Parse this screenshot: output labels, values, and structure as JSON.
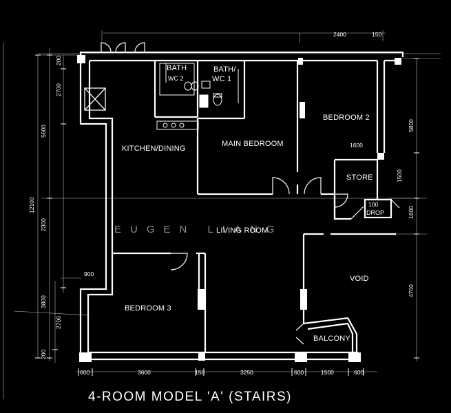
{
  "plan": {
    "title": "4-ROOM MODEL 'A' (STAIRS)",
    "watermark": "EUGEN LIANG",
    "rooms": {
      "bath2": "BATH",
      "bath2_sub": "WC 2",
      "bath1": "BATH/",
      "bath1_sub": "WC 1",
      "kitchen": "KITCHEN/DINING",
      "main_bedroom": "MAIN BEDROOM",
      "bedroom2": "BEDROOM 2",
      "store": "STORE",
      "drop": "DROP",
      "living": "LIVING ROOM",
      "bedroom3": "BEDROOM 3",
      "void": "VOID",
      "balcony": "BALCONY"
    },
    "dimensions": {
      "top": [
        "2400",
        "150"
      ],
      "left_outer": [
        "5600",
        "12100",
        "3800"
      ],
      "left_inner": [
        "200",
        "2700",
        "2300",
        "2700",
        "200"
      ],
      "left_misc": [
        "900"
      ],
      "right": [
        "5800",
        "1500",
        "1600",
        "4700"
      ],
      "bottom": [
        "600",
        "3600",
        "150",
        "3250",
        "600",
        "1500",
        "600"
      ],
      "store_width": "1600",
      "drop_size": "100"
    }
  }
}
